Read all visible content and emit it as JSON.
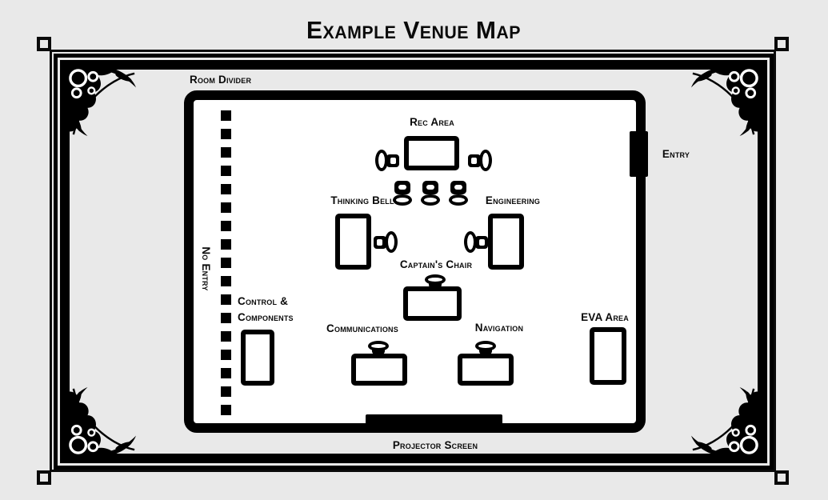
{
  "page": {
    "background": "#e9e9e9",
    "ink": "#000000",
    "room_fill": "#ffffff"
  },
  "title": "Example Venue Map",
  "map": {
    "room_divider": "Room Divider",
    "no_entry": "No Entry",
    "entry": "Entry",
    "projector_screen": "Projector Screen",
    "areas": {
      "rec_area": "Rec Area",
      "thinking_bell": "Thinking Bell",
      "engineering": "Engineering",
      "captains_chair": "Captain's Chair",
      "control_components_line1": "Control &",
      "control_components_line2": "Components",
      "communications": "Communications",
      "navigation": "Navigation",
      "eva_area": "EVA Area"
    }
  },
  "icons": {
    "corner_flourish": "filigree-corner-ornament",
    "chair": "chair-top-view",
    "table": "table-rectangle",
    "door": "entry-door-marker",
    "screen": "projector-screen-bar",
    "divider_dashes": "no-entry-dashed-line"
  }
}
